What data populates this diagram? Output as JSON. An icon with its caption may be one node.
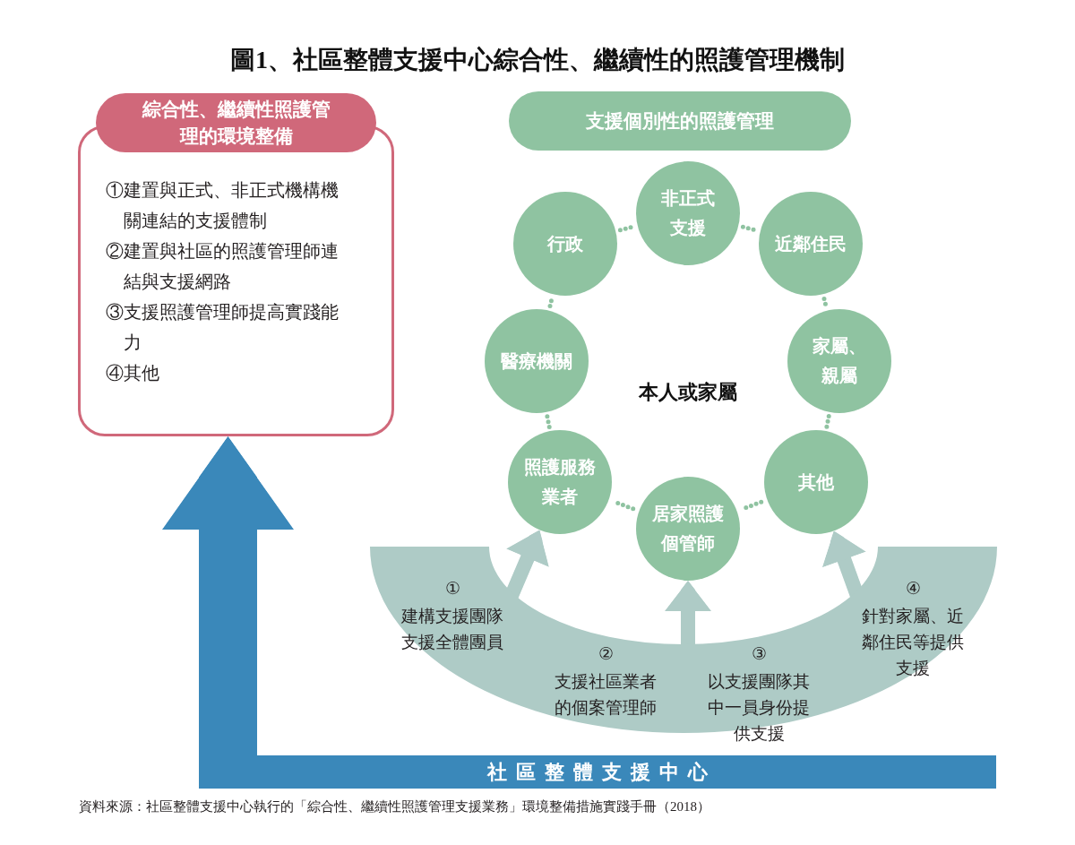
{
  "diagram": {
    "title": "圖1、社區整體支援中心綜合性、繼續性的照護管理機制",
    "caption": "資料來源：社區整體支援中心執行的「綜合性、繼續性照護管理支援業務」環境整備措施實踐手冊（2018）",
    "nodes": [
      {
        "text": [
          "綜合性、繼續性照護管理的環境整備",
          "①建置與正式、非正式機構機關連結的支援體制",
          "②建置與社區的照護管理師連結與支援網路",
          "③支援照護管理師提高實踐能力",
          "④其他"
        ]
      },
      {
        "text": [
          "支援個別性的照護管理"
        ]
      },
      {
        "text": [
          "非正式支援"
        ]
      },
      {
        "text": [
          "近鄰住民"
        ]
      },
      {
        "text": [
          "家屬、親屬"
        ]
      },
      {
        "text": [
          "其他"
        ]
      },
      {
        "text": [
          "居家照護個管師"
        ]
      },
      {
        "text": [
          "照護服務業者"
        ]
      },
      {
        "text": [
          "醫療機關"
        ]
      },
      {
        "text": [
          "行政"
        ]
      },
      {
        "text": [
          "①",
          "建構支援團隊支援全體團員",
          "②",
          "支援社區業者的個案管理師",
          "③",
          "以支援團隊其中一員身份提供支援",
          "④",
          "針對家屬、近鄰住民等提供支援"
        ]
      },
      {
        "text": [
          "社區整體支援中心"
        ]
      }
    ],
    "edges": [
      {
        "from": 9,
        "to": 2,
        "arrow": "none",
        "style": "dashed"
      },
      {
        "from": 2,
        "to": 3,
        "arrow": "none",
        "style": "dashed"
      },
      {
        "from": 3,
        "to": 4,
        "arrow": "none",
        "style": "dashed"
      },
      {
        "from": 4,
        "to": 5,
        "arrow": "none",
        "style": "dashed"
      },
      {
        "from": 5,
        "to": 6,
        "arrow": "none",
        "style": "dashed"
      },
      {
        "from": 6,
        "to": 7,
        "arrow": "none",
        "style": "dashed"
      },
      {
        "from": 7,
        "to": 8,
        "arrow": "none",
        "style": "dashed"
      },
      {
        "from": 8,
        "to": 9,
        "arrow": "none",
        "style": "dashed"
      },
      {
        "from": 10,
        "to": 7,
        "arrow": "to",
        "style": "thick",
        "color": "#aecbc6"
      },
      {
        "from": 10,
        "to": 6,
        "arrow": "to",
        "style": "thick",
        "color": "#aecbc6"
      },
      {
        "from": 10,
        "to": 5,
        "arrow": "to",
        "style": "thick",
        "color": "#aecbc6"
      },
      {
        "from": 11,
        "to": 0,
        "arrow": "to",
        "style": "thick",
        "color": "#3a88ba"
      }
    ],
    "labels": [
      "本人或家屬"
    ]
  }
}
